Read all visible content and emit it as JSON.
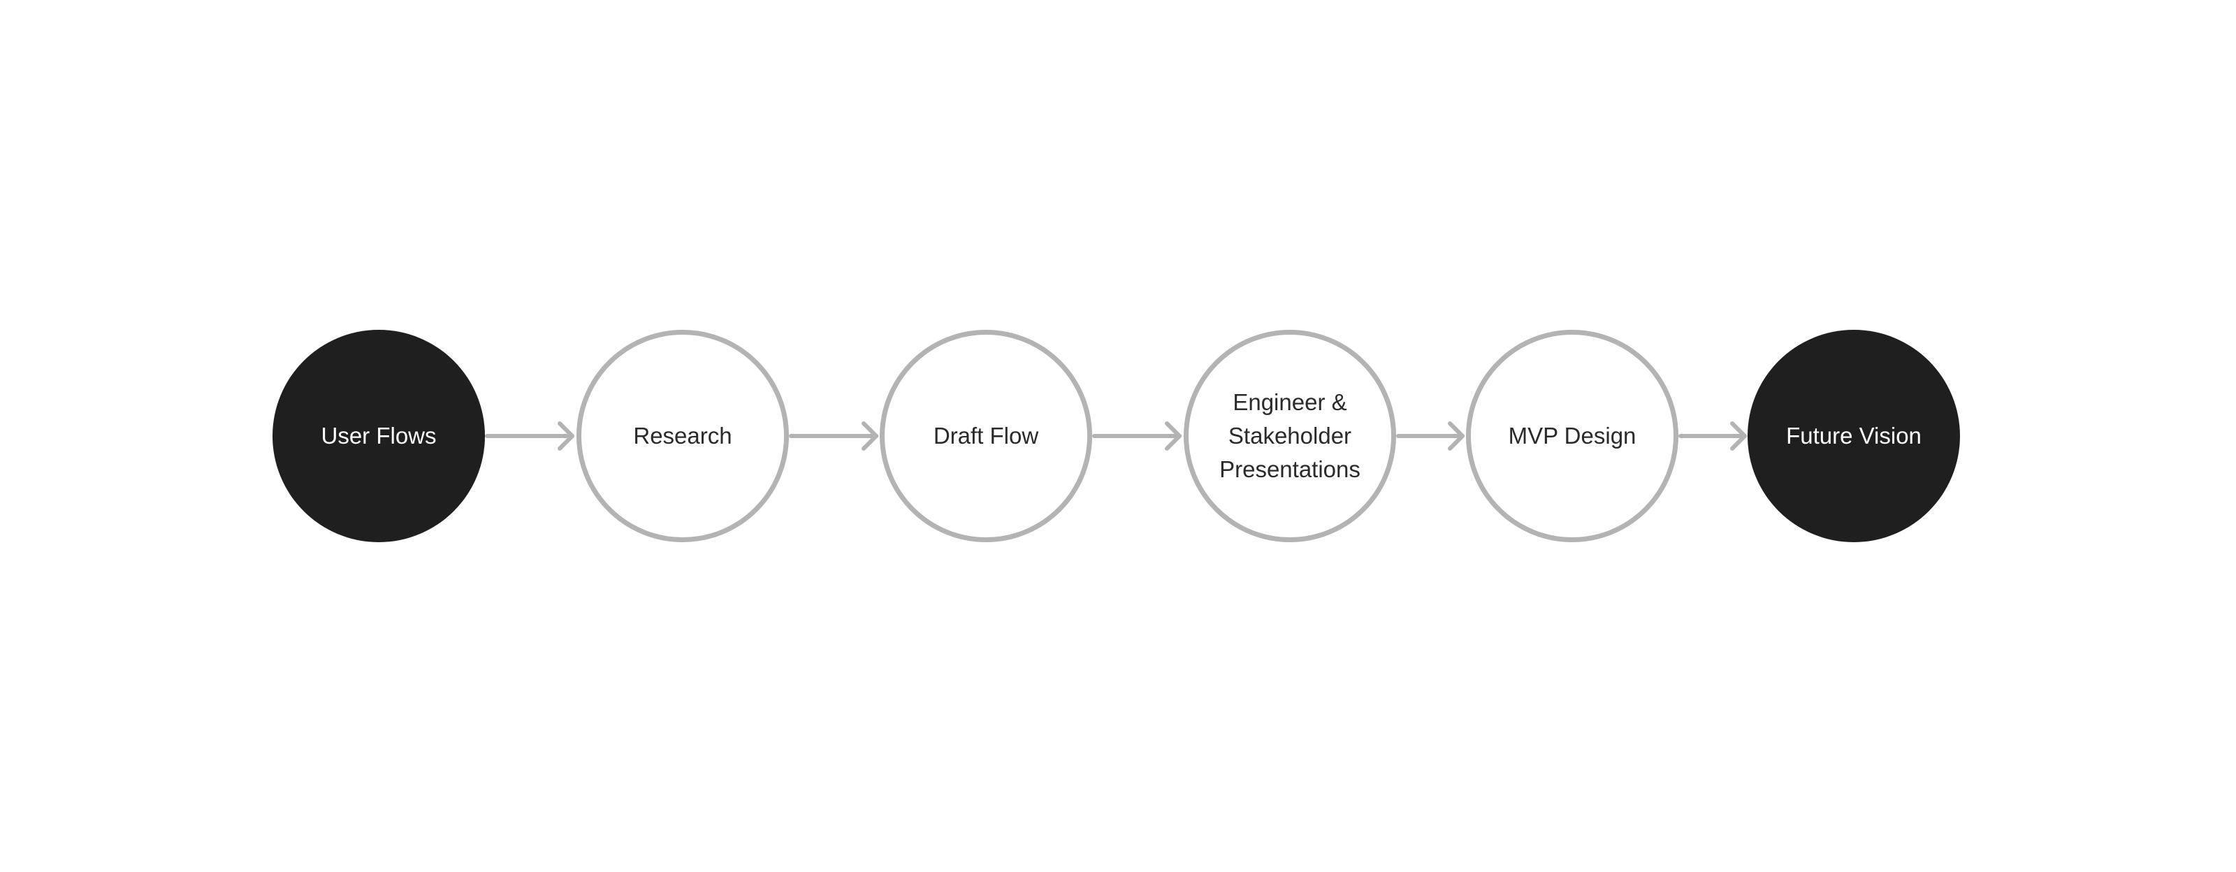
{
  "diagram": {
    "type": "linear-flow",
    "colors": {
      "filled_node": "#1f1f1f",
      "outline_node": "#b3b3b3",
      "arrow": "#b3b3b3",
      "dark_text": "#2a2a2a",
      "light_text": "#ffffff"
    },
    "nodes": [
      {
        "label": "User Flows",
        "style": "filled"
      },
      {
        "label": "Research",
        "style": "outline"
      },
      {
        "label": "Draft Flow",
        "style": "outline"
      },
      {
        "label": "Engineer &\nStakeholder\nPresentations",
        "style": "outline"
      },
      {
        "label": "MVP Design",
        "style": "outline"
      },
      {
        "label": "Future Vision",
        "style": "filled"
      }
    ],
    "edges": [
      {
        "from": "User Flows",
        "to": "Research"
      },
      {
        "from": "Research",
        "to": "Draft Flow"
      },
      {
        "from": "Draft Flow",
        "to": "Engineer & Stakeholder Presentations"
      },
      {
        "from": "Engineer & Stakeholder Presentations",
        "to": "MVP Design"
      },
      {
        "from": "MVP Design",
        "to": "Future Vision"
      }
    ]
  }
}
